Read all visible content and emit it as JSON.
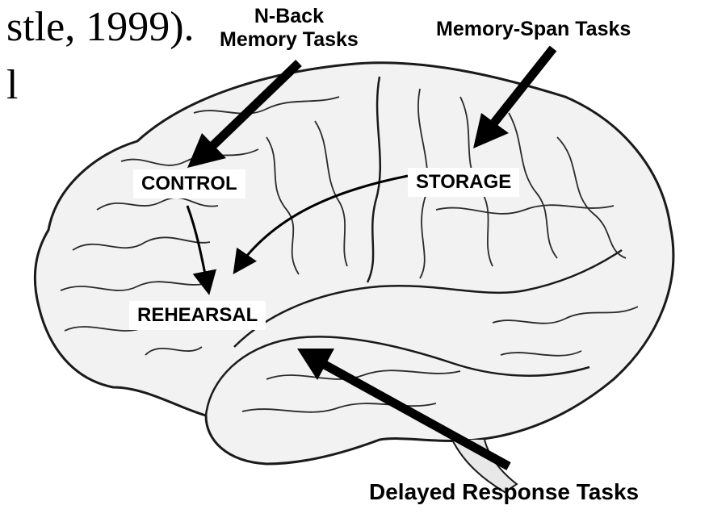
{
  "citation_fragment": "stle, 1999).",
  "stray_glyph": "l",
  "labels": {
    "nback": "N-Back\nMemory Tasks",
    "span": "Memory-Span Tasks",
    "control": "CONTROL",
    "storage": "STORAGE",
    "rehearsal": "REHEARSAL",
    "delayed": "Delayed Response Tasks"
  },
  "colors": {
    "ink": "#000000",
    "brain_fill": "#f2f2f2",
    "brain_stroke": "#1a1a1a",
    "background": "#ffffff"
  }
}
